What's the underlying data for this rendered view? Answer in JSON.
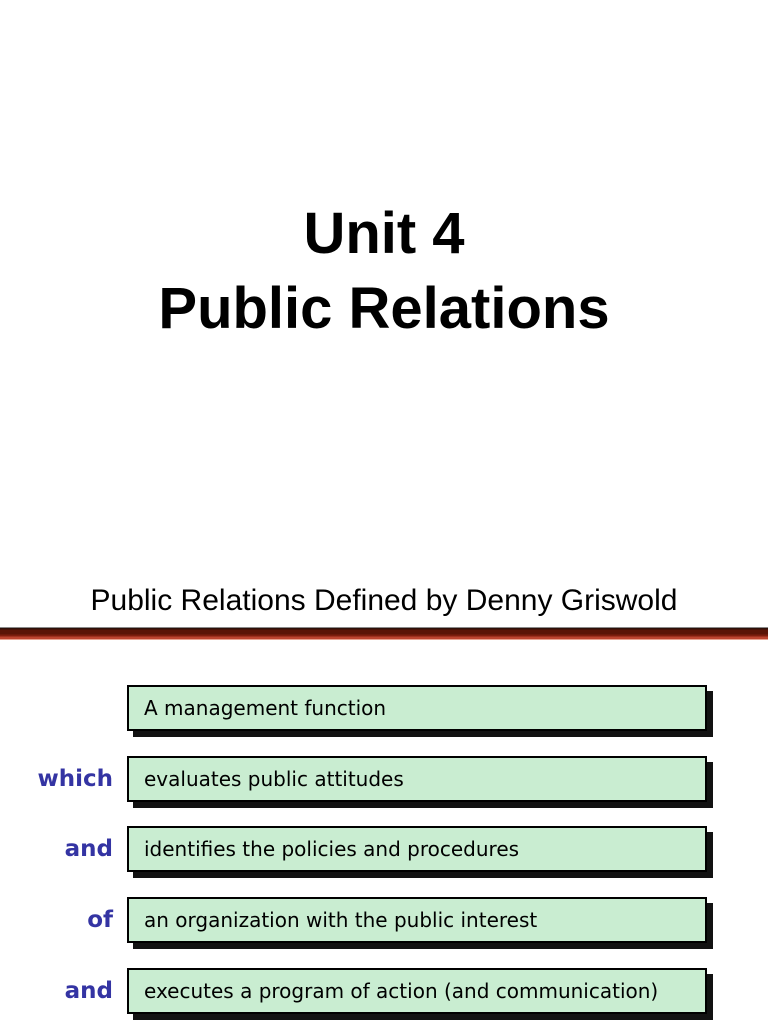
{
  "slide1": {
    "title_line1": "Unit 4",
    "title_line2": "Public Relations"
  },
  "slide2": {
    "title": "Public Relations Defined by Denny Griswold",
    "rows": [
      {
        "label": "",
        "text": "A management function"
      },
      {
        "label": "which",
        "text": "evaluates public attitudes"
      },
      {
        "label": "and",
        "text": "identifies the policies and procedures"
      },
      {
        "label": "of",
        "text": "an organization with the public interest"
      },
      {
        "label": "and",
        "text": "executes a program of action (and communication)"
      }
    ],
    "colors": {
      "box_fill": "#c9edd1",
      "box_border": "#000000",
      "box_shadow": "#121212",
      "connector_label": "#3434a3",
      "divider_dark_red": "#5a1507",
      "divider_bright_red": "#bc4530"
    }
  }
}
